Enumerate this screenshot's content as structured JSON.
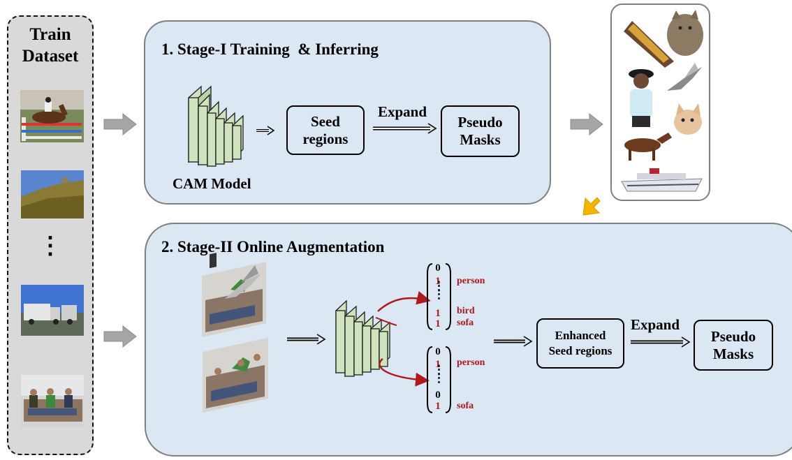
{
  "dataset": {
    "title_line1": "Train",
    "title_line2": "Dataset",
    "ellipsis": "⋮"
  },
  "stage1": {
    "title": "1. Stage-I Training  & Inferring",
    "model_label": "CAM Model",
    "seed_box_line1": "Seed",
    "seed_box_line2": "regions",
    "expand_label": "Expand",
    "pseudo_box_line1": "Pseudo",
    "pseudo_box_line2": "Masks"
  },
  "stage2": {
    "title": "2. Stage-II Online Augmentation",
    "vector_top": {
      "digits": [
        "0",
        "1",
        "1",
        "1"
      ],
      "labels": [
        "person",
        "bird",
        "sofa"
      ]
    },
    "vector_bottom": {
      "digits": [
        "0",
        "1",
        "0",
        "1"
      ],
      "labels": [
        "person",
        "sofa"
      ]
    },
    "enhanced_box_line1": "Enhanced",
    "enhanced_box_line2": "Seed regions",
    "expand_label": "Expand",
    "pseudo_box_line1": "Pseudo",
    "pseudo_box_line2": "Masks"
  },
  "colors": {
    "stage_fill": "#dce7f4",
    "dataset_fill": "#d9d9d9",
    "cube_fill": "#cfe3bf",
    "highlight_red": "#b0181b",
    "arrow_gray": "#a6a6a6",
    "arrow_orange": "#f5b400"
  }
}
